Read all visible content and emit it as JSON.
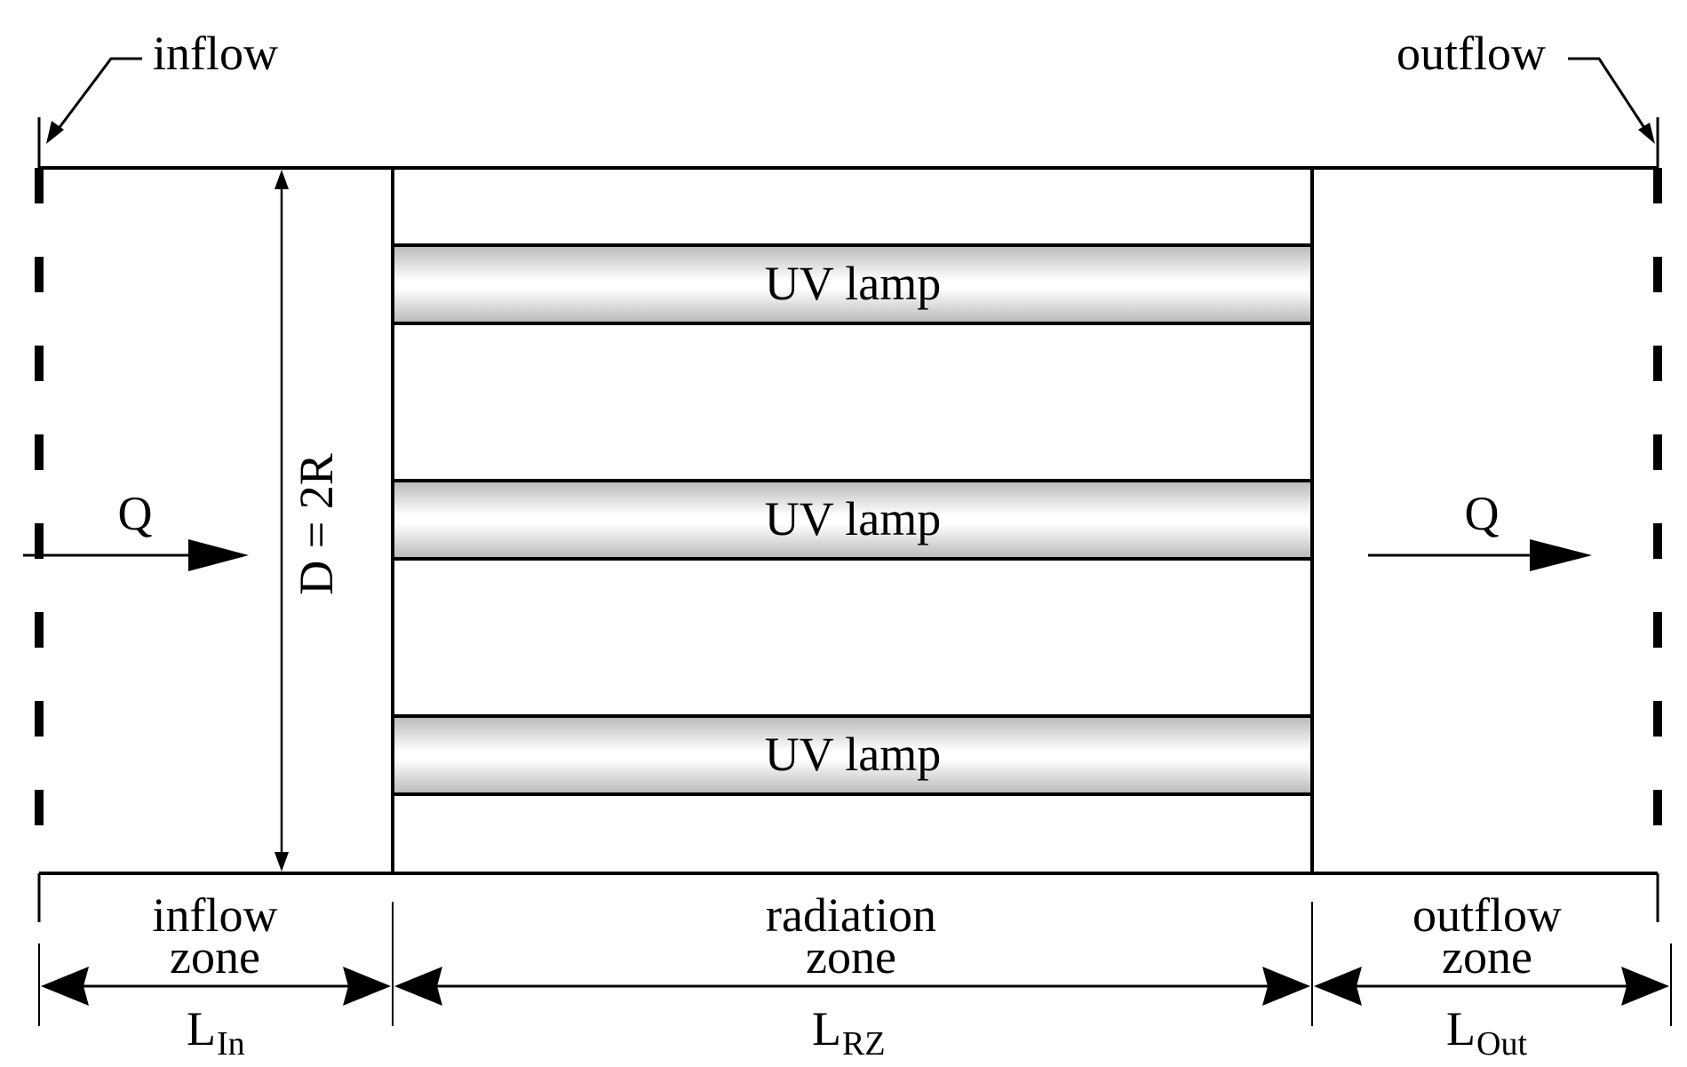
{
  "labels": {
    "inflow_top": "inflow",
    "outflow_top": "outflow",
    "diameter": "D = 2R",
    "q_left": "Q",
    "q_right": "Q",
    "lamps": [
      "UV lamp",
      "UV lamp",
      "UV lamp"
    ],
    "zones": {
      "inflow": {
        "line1": "inflow",
        "line2": "zone",
        "sym": "L",
        "sub": "In"
      },
      "radiation": {
        "line1": "radiation",
        "line2": "zone",
        "sym": "L",
        "sub": "RZ"
      },
      "outflow": {
        "line1": "outflow",
        "line2": "zone",
        "sym": "L",
        "sub": "Out"
      }
    }
  },
  "colors": {
    "stroke": "#000000",
    "lamp_light": "#ffffff",
    "lamp_dark": "#bdbdbd"
  }
}
